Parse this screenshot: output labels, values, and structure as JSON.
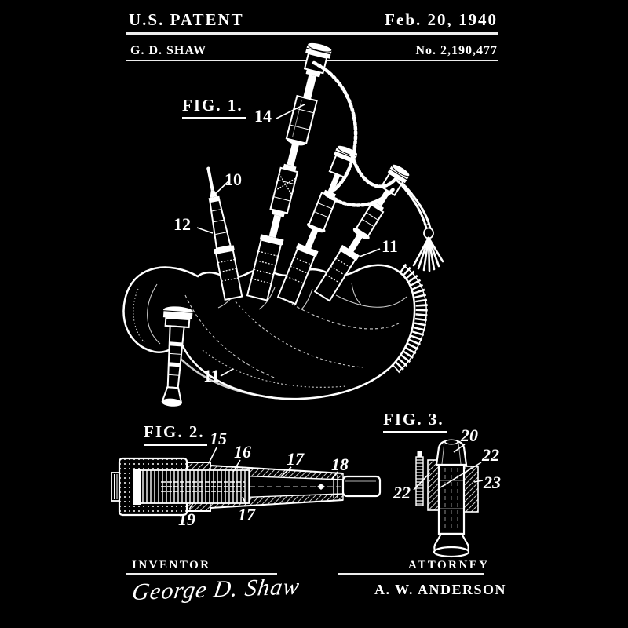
{
  "colors": {
    "background": "#000000",
    "ink": "#ffffff",
    "rule": "#ededed"
  },
  "header": {
    "title": "U.S. PATENT",
    "date": "Feb. 20, 1940",
    "inventor_abbrev": "G. D. SHAW",
    "patent_number": "No. 2,190,477"
  },
  "figures": {
    "fig1": {
      "label": "FIG. 1.",
      "callouts": [
        "14",
        "10",
        "12",
        "11",
        "11"
      ]
    },
    "fig2": {
      "label": "FIG. 2.",
      "callouts": [
        "15",
        "16",
        "17",
        "18",
        "19",
        "17"
      ]
    },
    "fig3": {
      "label": "FIG. 3.",
      "callouts": [
        "20",
        "22",
        "23",
        "22"
      ]
    }
  },
  "footer": {
    "inventor_label": "INVENTOR",
    "inventor_signature": "George D. Shaw",
    "attorney_label": "ATTORNEY",
    "attorney_name": "A. W. ANDERSON"
  }
}
